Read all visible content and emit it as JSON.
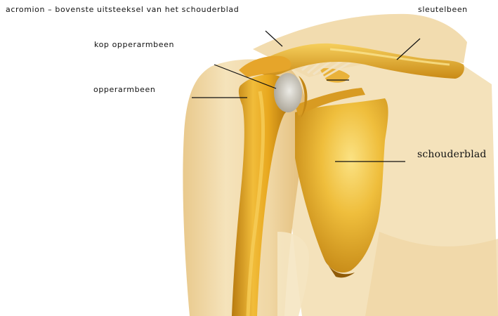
{
  "labels": {
    "acromion": "acromion – bovenste uitsteeksel van het schouderblad",
    "sleutelbeen": "sleutelbeen",
    "kop_opperarmbeen": "kop opperarmbeen",
    "opperarmbeen": "opperarmbeen",
    "schouderblad": "schouderblad"
  },
  "colors": {
    "background": "#ffffff",
    "skin_light": "#f3ddb0",
    "skin_mid": "#e8c585",
    "skin_shadow": "#d8ae63",
    "bone_light": "#f5c548",
    "bone_mid": "#e2a41c",
    "bone_dark": "#b77a10",
    "joint_gray": "#c9c3b8",
    "leader_line": "#111111"
  }
}
